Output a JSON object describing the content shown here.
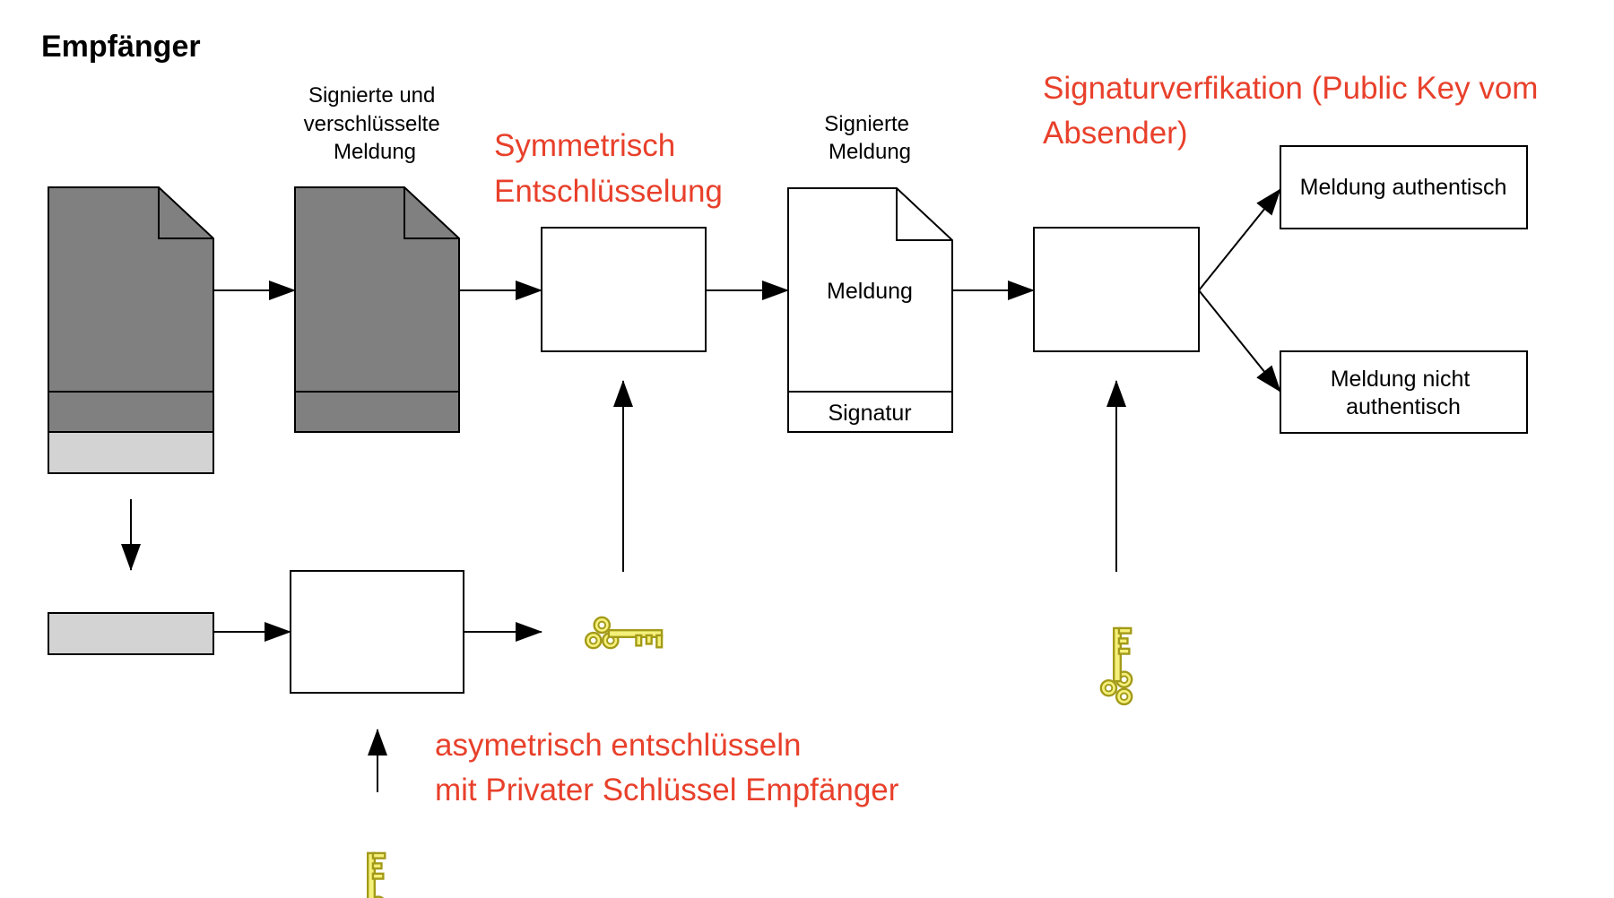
{
  "title": "Empfänger",
  "labels": {
    "signed_encrypted": [
      "Signierte und",
      "verschlüsselte",
      "Meldung"
    ],
    "symmetric": [
      "Symmetrisch",
      "Entschlüsselung"
    ],
    "signed_message": [
      "Signierte",
      "Meldung"
    ],
    "message": "Meldung",
    "signature": "Signatur",
    "verification": [
      "Signaturverfikation (Public Key vom",
      "Absender)"
    ],
    "authentic": "Meldung authentisch",
    "not_authentic": [
      "Meldung nicht",
      "authentisch"
    ],
    "asymmetric": [
      "asymetrisch entschlüsseln",
      "mit Privater Schlüssel Empfänger"
    ]
  },
  "icons": {
    "key_horizontal": "key-icon",
    "key_vertical_left": "key-icon",
    "key_vertical_right": "key-icon"
  },
  "colors": {
    "annotation": "#e8402b",
    "document_dark": "#808080",
    "document_light": "#d3d3d3",
    "key_fill": "#f5f07a",
    "key_stroke": "#a39a18",
    "stroke": "#000000"
  }
}
